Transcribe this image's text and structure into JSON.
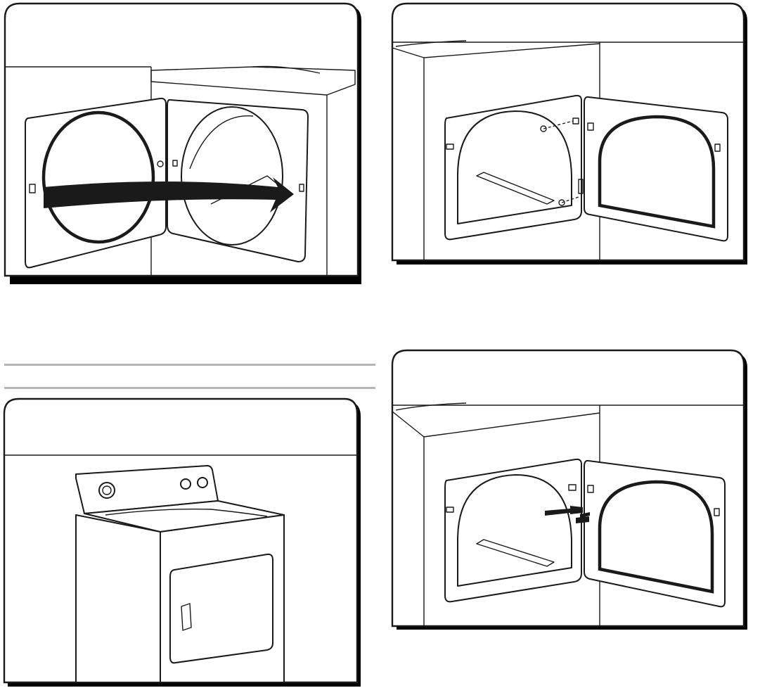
{
  "page": {
    "type": "appliance-manual-illustrations",
    "text_labels": []
  },
  "figures": [
    {
      "id": "figure-1",
      "depicts": "dryer-door-open-left-with-arrow-toward-right",
      "icon": "swing-arrow-icon"
    },
    {
      "id": "figure-2",
      "depicts": "dryer-door-remounted-on-right-side-with-dashed-screw-guides"
    },
    {
      "id": "figure-3",
      "depicts": "top-load-dryer-front-view"
    },
    {
      "id": "figure-4",
      "depicts": "dryer-door-hinge-pin-removal-arrow",
      "icon": "pull-arrow-icon"
    }
  ],
  "colors": {
    "line": "#1a1a1a",
    "rule": "#b5b5b5",
    "background": "#ffffff",
    "panel_shadow": "#000000"
  }
}
